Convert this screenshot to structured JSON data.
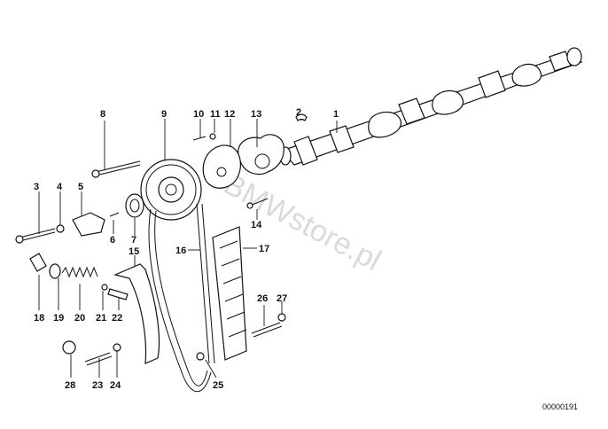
{
  "watermark": "BMWstore.pl",
  "reference": "00000191",
  "callouts": [
    {
      "id": "c1",
      "label": "1"
    },
    {
      "id": "c2",
      "label": "2"
    },
    {
      "id": "c3",
      "label": "3"
    },
    {
      "id": "c4",
      "label": "4"
    },
    {
      "id": "c5",
      "label": "5"
    },
    {
      "id": "c6",
      "label": "6"
    },
    {
      "id": "c7",
      "label": "7"
    },
    {
      "id": "c8",
      "label": "8"
    },
    {
      "id": "c9",
      "label": "9"
    },
    {
      "id": "c10",
      "label": "10"
    },
    {
      "id": "c11",
      "label": "11"
    },
    {
      "id": "c12",
      "label": "12"
    },
    {
      "id": "c13",
      "label": "13"
    },
    {
      "id": "c14",
      "label": "14"
    },
    {
      "id": "c15",
      "label": "15"
    },
    {
      "id": "c16",
      "label": "16"
    },
    {
      "id": "c17",
      "label": "17"
    },
    {
      "id": "c18",
      "label": "18"
    },
    {
      "id": "c19",
      "label": "19"
    },
    {
      "id": "c20",
      "label": "20"
    },
    {
      "id": "c21",
      "label": "21"
    },
    {
      "id": "c22",
      "label": "22"
    },
    {
      "id": "c23",
      "label": "23"
    },
    {
      "id": "c24",
      "label": "24"
    },
    {
      "id": "c25",
      "label": "25"
    },
    {
      "id": "c26",
      "label": "26"
    },
    {
      "id": "c27",
      "label": "27"
    },
    {
      "id": "c28a",
      "label": "28"
    },
    {
      "id": "c28b",
      "label": "28"
    }
  ]
}
